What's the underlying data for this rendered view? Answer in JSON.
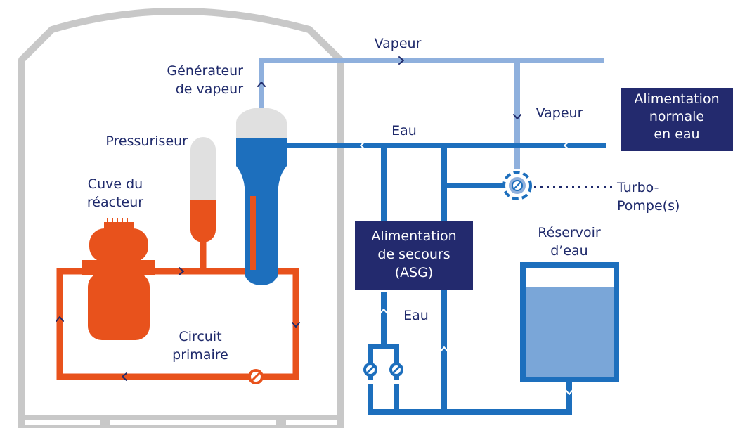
{
  "labels": {
    "steam_generator": [
      "Générateur",
      "de vapeur"
    ],
    "pressurizer": "Pressuriseur",
    "reactor_vessel": [
      "Cuve du",
      "réacteur"
    ],
    "primary_circuit": [
      "Circuit",
      "primaire"
    ],
    "steam_top": "Vapeur",
    "steam_right": "Vapeur",
    "water_top": "Eau",
    "water_asg": "Eau",
    "turbopump": [
      "Turbo-",
      "Pompe(s)"
    ],
    "water_tank": [
      "Réservoir",
      "d’eau"
    ]
  },
  "boxes": {
    "normal_feed": [
      "Alimentation",
      "normale",
      "en eau"
    ],
    "emergency_feed": [
      "Alimentation",
      "de secours",
      "(ASG)"
    ]
  },
  "colors": {
    "primary_loop": "#e8521c",
    "water": "#1d6fbd",
    "steam": "#8fb0dd",
    "box": "#232a6e",
    "text": "#1f2a6b",
    "containment": "#c8c8c8",
    "tank_water": "#7aa6d8"
  }
}
